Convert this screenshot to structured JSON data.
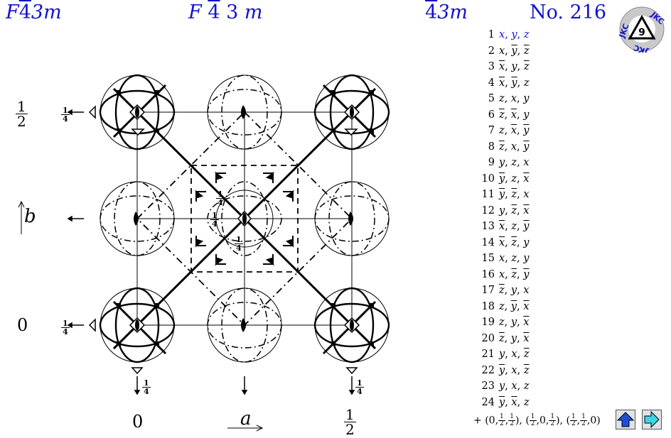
{
  "header": {
    "hm_short_base": "F",
    "hm_short_bar": "4",
    "hm_short_tail": "3m",
    "hm_full_F": "F",
    "hm_full_bar": "4",
    "hm_full_3": "3",
    "hm_full_m": "m",
    "point_group_bar": "4",
    "point_group_tail": "3m",
    "number": "No. 216"
  },
  "logo": {
    "text": "JKC"
  },
  "diagram": {
    "axis_b": "b",
    "axis_a": "a",
    "y_half_n": "1",
    "y_half_d": "2",
    "y_zero": "0",
    "x_zero": "0",
    "x_half_n": "1",
    "x_half_d": "2",
    "quarter_n": "1",
    "quarter_d": "4"
  },
  "symmetry_operations": [
    {
      "n": "1",
      "t": [
        "x",
        "y",
        "z"
      ],
      "bar": [
        0,
        0,
        0
      ]
    },
    {
      "n": "2",
      "t": [
        "x",
        "y",
        "z"
      ],
      "bar": [
        0,
        1,
        1
      ]
    },
    {
      "n": "3",
      "t": [
        "x",
        "y",
        "z"
      ],
      "bar": [
        1,
        0,
        1
      ]
    },
    {
      "n": "4",
      "t": [
        "x",
        "y",
        "z"
      ],
      "bar": [
        1,
        1,
        0
      ]
    },
    {
      "n": "5",
      "t": [
        "z",
        "x",
        "y"
      ],
      "bar": [
        0,
        0,
        0
      ]
    },
    {
      "n": "6",
      "t": [
        "z",
        "x",
        "y"
      ],
      "bar": [
        1,
        1,
        0
      ]
    },
    {
      "n": "7",
      "t": [
        "z",
        "x",
        "y"
      ],
      "bar": [
        0,
        1,
        1
      ]
    },
    {
      "n": "8",
      "t": [
        "z",
        "x",
        "y"
      ],
      "bar": [
        1,
        0,
        1
      ]
    },
    {
      "n": "9",
      "t": [
        "y",
        "z",
        "x"
      ],
      "bar": [
        0,
        0,
        0
      ]
    },
    {
      "n": "10",
      "t": [
        "y",
        "z",
        "x"
      ],
      "bar": [
        1,
        0,
        1
      ]
    },
    {
      "n": "11",
      "t": [
        "y",
        "z",
        "x"
      ],
      "bar": [
        1,
        1,
        0
      ]
    },
    {
      "n": "12",
      "t": [
        "y",
        "z",
        "x"
      ],
      "bar": [
        0,
        1,
        1
      ]
    },
    {
      "n": "13",
      "t": [
        "x",
        "z",
        "y"
      ],
      "bar": [
        1,
        0,
        1
      ]
    },
    {
      "n": "14",
      "t": [
        "x",
        "z",
        "y"
      ],
      "bar": [
        1,
        1,
        0
      ]
    },
    {
      "n": "15",
      "t": [
        "x",
        "z",
        "y"
      ],
      "bar": [
        0,
        0,
        0
      ]
    },
    {
      "n": "16",
      "t": [
        "x",
        "z",
        "y"
      ],
      "bar": [
        0,
        1,
        1
      ]
    },
    {
      "n": "17",
      "t": [
        "z",
        "y",
        "x"
      ],
      "bar": [
        1,
        0,
        0
      ]
    },
    {
      "n": "18",
      "t": [
        "z",
        "y",
        "x"
      ],
      "bar": [
        0,
        1,
        1
      ]
    },
    {
      "n": "19",
      "t": [
        "z",
        "y",
        "x"
      ],
      "bar": [
        0,
        0,
        1
      ]
    },
    {
      "n": "20",
      "t": [
        "z",
        "y",
        "x"
      ],
      "bar": [
        1,
        0,
        1
      ]
    },
    {
      "n": "21",
      "t": [
        "y",
        "x",
        "z"
      ],
      "bar": [
        0,
        0,
        1
      ]
    },
    {
      "n": "22",
      "t": [
        "y",
        "x",
        "z"
      ],
      "bar": [
        1,
        0,
        1
      ]
    },
    {
      "n": "23",
      "t": [
        "y",
        "x",
        "z"
      ],
      "bar": [
        0,
        0,
        0
      ]
    },
    {
      "n": "24",
      "t": [
        "y",
        "x",
        "z"
      ],
      "bar": [
        1,
        1,
        0
      ]
    }
  ],
  "centring": {
    "prefix": "+",
    "vectors": [
      [
        {
          "n": "0"
        },
        {
          "n": "1",
          "d": "2"
        },
        {
          "n": "1",
          "d": "2"
        }
      ],
      [
        {
          "n": "1",
          "d": "2"
        },
        {
          "n": "0"
        },
        {
          "n": "1",
          "d": "2"
        }
      ],
      [
        {
          "n": "1",
          "d": "2"
        },
        {
          "n": "1",
          "d": "2"
        },
        {
          "n": "0"
        }
      ]
    ]
  },
  "nav": {
    "up_icon": "up-arrow-icon",
    "next_icon": "right-arrow-icon",
    "up_color": "#1d4fd6",
    "next_color": "#3fd3e6"
  },
  "colors": {
    "header": "#1212cc",
    "ink": "#000000"
  }
}
